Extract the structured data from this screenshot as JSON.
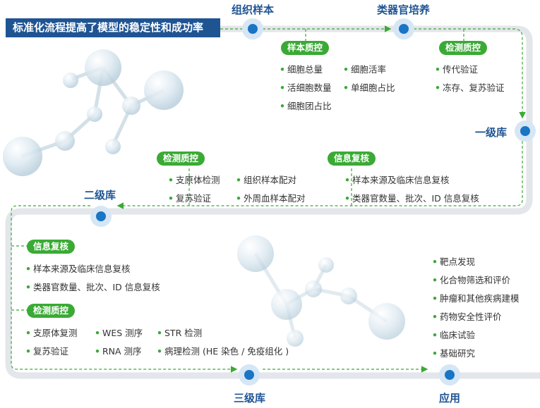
{
  "title": "标准化流程提高了模型的稳定性和成功率",
  "nodes": {
    "tissue": "组织样本",
    "organoid_culture": "类器官培养",
    "level1": "一级库",
    "level2": "二级库",
    "level3": "三级库",
    "application": "应用"
  },
  "groups": {
    "sample_qc": {
      "tag": "样本质控",
      "items": [
        "细胞总量",
        "细胞活率",
        "活细胞数量",
        "单细胞占比",
        "细胞团占比"
      ]
    },
    "detect_qc_1": {
      "tag": "检测质控",
      "items": [
        "传代验证",
        "冻存、复苏验证"
      ]
    },
    "detect_qc_2": {
      "tag": "检测质控",
      "items": [
        "支原体检测",
        "组织样本配对",
        "复苏验证",
        "外周血样本配对"
      ]
    },
    "info_check_1": {
      "tag": "信息复核",
      "items": [
        "样本来源及临床信息复核",
        "类器官数量、批次、ID 信息复核"
      ]
    },
    "info_check_2": {
      "tag": "信息复核",
      "items": [
        "样本来源及临床信息复核",
        "类器官数量、批次、ID 信息复核"
      ]
    },
    "detect_qc_3": {
      "tag": "检测质控",
      "items": [
        "支原体复测",
        "WES 测序",
        "STR 检测",
        "复苏验证",
        "RNA 测序",
        "病理检测 (HE 染色 / 免疫组化 )"
      ]
    },
    "applications": {
      "items": [
        "靶点发现",
        "化合物筛选和评价",
        "肿瘤和其他疾病建模",
        "药物安全性评价",
        "临床试验",
        "基础研究"
      ]
    }
  },
  "colors": {
    "primary": "#1f5493",
    "node": "#1a75c4",
    "green": "#3aaa35",
    "track": "#e3e6ea"
  }
}
